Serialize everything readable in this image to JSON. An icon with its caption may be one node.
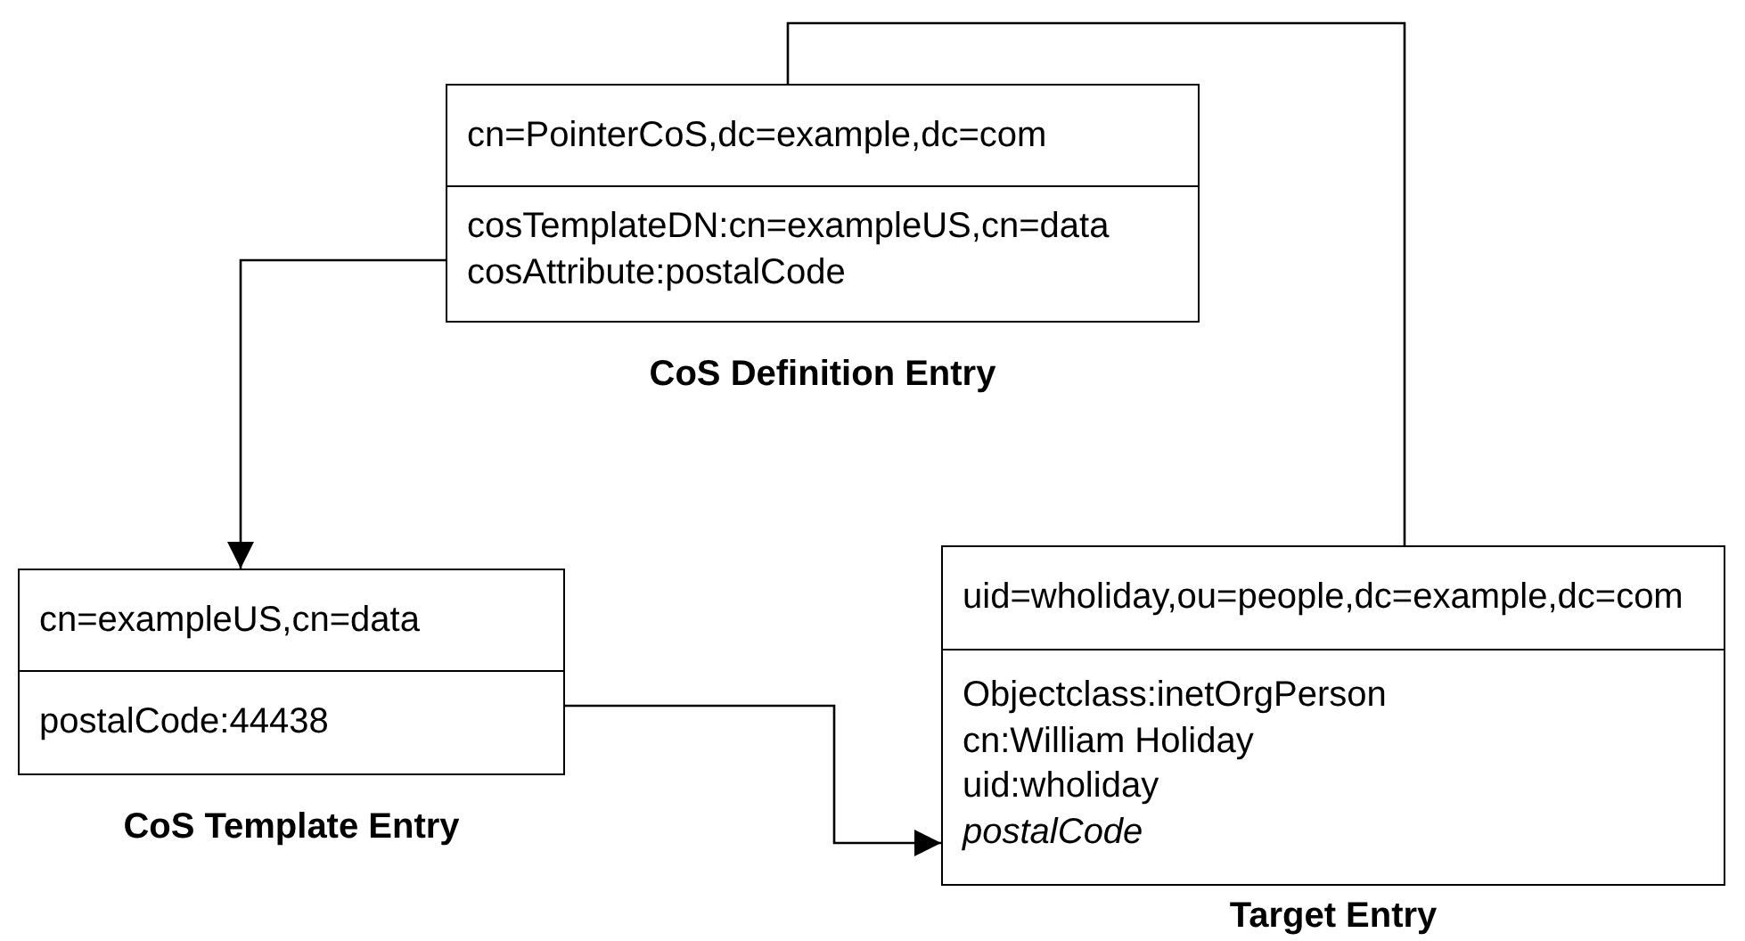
{
  "diagram": {
    "nodes": [
      {
        "text": [
          "cn=PointerCoS,dc=example,dc=com",
          "cosTemplateDN:cn=exampleUS,cn=data",
          "cosAttribute:postalCode"
        ],
        "beside": [
          "CoS Definition Entry"
        ]
      },
      {
        "text": [
          "cn=exampleUS,cn=data",
          "postalCode:44438"
        ],
        "beside": [
          "CoS Template Entry"
        ]
      },
      {
        "text": [
          "uid=wholiday,ou=people,dc=example,dc=com",
          "Objectclass:inetOrgPerson",
          "cn:William Holiday",
          "uid:wholiday",
          "*postalCode*"
        ],
        "beside": [
          "Target Entry"
        ]
      }
    ],
    "edges": [
      {
        "from": 0,
        "to": 2,
        "arrow": "none"
      },
      {
        "from": 0,
        "to": 1,
        "arrow": "to"
      },
      {
        "from": 1,
        "to": 2,
        "arrow": "to"
      }
    ]
  }
}
